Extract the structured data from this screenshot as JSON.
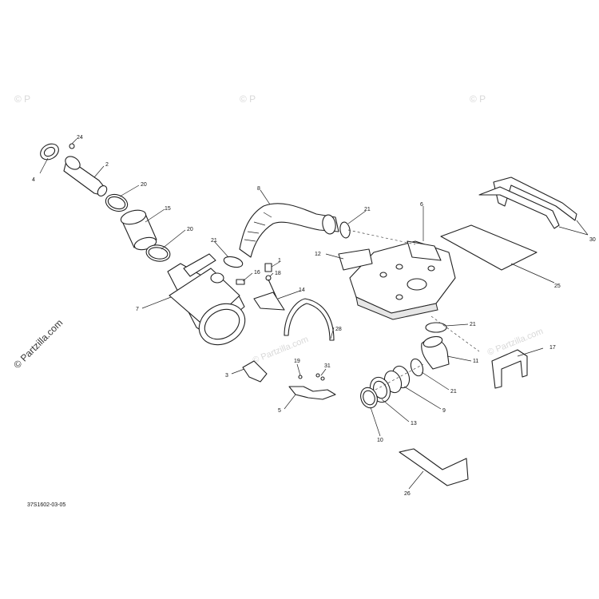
{
  "watermark": {
    "side_text": "© Partzilla.com",
    "center_text": "© Partzilla.com",
    "corner_text": "© P"
  },
  "diagram_code": "37S1602-03-05",
  "callouts": {
    "c1": "1",
    "c2": "2",
    "c3": "3",
    "c4": "4",
    "c5": "5",
    "c6": "6",
    "c7": "7",
    "c8": "8",
    "c9": "9",
    "c10": "10",
    "c11": "11",
    "c12": "12",
    "c13": "13",
    "c14": "14",
    "c15": "15",
    "c16": "16",
    "c17": "17",
    "c18": "18",
    "c19": "19",
    "c20a": "20",
    "c20b": "20",
    "c21a": "21",
    "c21b": "21",
    "c21c": "21",
    "c21d": "21",
    "c24": "24",
    "c25": "25",
    "c26": "26",
    "c28": "28",
    "c30": "30",
    "c31": "31"
  }
}
